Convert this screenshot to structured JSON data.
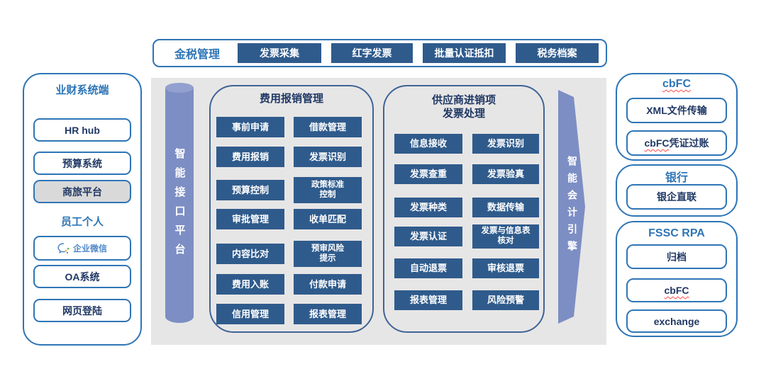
{
  "colors": {
    "accent_blue": "#2E75B6",
    "navy_text": "#1F3864",
    "button_dark_blue": "#2F5B8C",
    "periwinkle": "#7D8EC4",
    "stage_gray": "#E7E6E6",
    "disabled_gray": "#D9D9D9",
    "box_border_blue": "#3E6496",
    "wechat_blue": "#4E87C8",
    "squiggle_red": "#FF4B4B"
  },
  "top_bar": {
    "title": "金税管理",
    "tabs": [
      {
        "label": "发票采集"
      },
      {
        "label": "红字发票"
      },
      {
        "label": "批量认证抵扣"
      },
      {
        "label": "税务档案"
      }
    ]
  },
  "left_panel": {
    "title": "业财系统端",
    "items_top": [
      {
        "label": "HR hub"
      },
      {
        "label": "预算系统"
      },
      {
        "label": "商旅平台"
      }
    ],
    "section_title": "员工个人",
    "wechat_item": {
      "label": "企业微信",
      "icon": "wechat-work-icon"
    },
    "items_bottom": [
      {
        "label": "OA系统"
      },
      {
        "label": "网页登陆"
      }
    ]
  },
  "interface_platform": {
    "label": "智能接口平台"
  },
  "expense_box": {
    "title": "费用报销管理",
    "rows": [
      [
        "事前申请",
        "借款管理"
      ],
      [
        "费用报销",
        "发票识别"
      ],
      [
        "预算控制",
        "政策标准\n控制"
      ],
      [
        "审批管理",
        "收单匹配"
      ],
      [
        "内容比对",
        "预审风险\n提示"
      ],
      [
        "费用入账",
        "付款申请"
      ],
      [
        "信用管理",
        "报表管理"
      ]
    ]
  },
  "supplier_box": {
    "title": "供应商进销项\n发票处理",
    "rows": [
      [
        "信息接收",
        "发票识别"
      ],
      [
        "发票查重",
        "发票验真"
      ],
      [
        "发票种类",
        "数据传输"
      ],
      [
        "发票认证",
        "发票与信息表\n核对"
      ],
      [
        "自动退票",
        "审核退票"
      ],
      [
        "报表管理",
        "风险预警"
      ]
    ]
  },
  "accounting_engine": {
    "label": "智能会计引擎"
  },
  "right_panel": {
    "groups": [
      {
        "title": "cbFC",
        "buttons": [
          {
            "label": "XML文件传输"
          },
          {
            "label_prefix": "cbFC",
            "label_suffix": "凭证过账"
          }
        ]
      },
      {
        "title": "银行",
        "buttons": [
          {
            "label": "银企直联"
          }
        ]
      },
      {
        "title": "FSSC RPA",
        "buttons": [
          {
            "label": "归档"
          },
          {
            "label": "cbFC"
          },
          {
            "label": "exchange"
          }
        ]
      }
    ]
  }
}
